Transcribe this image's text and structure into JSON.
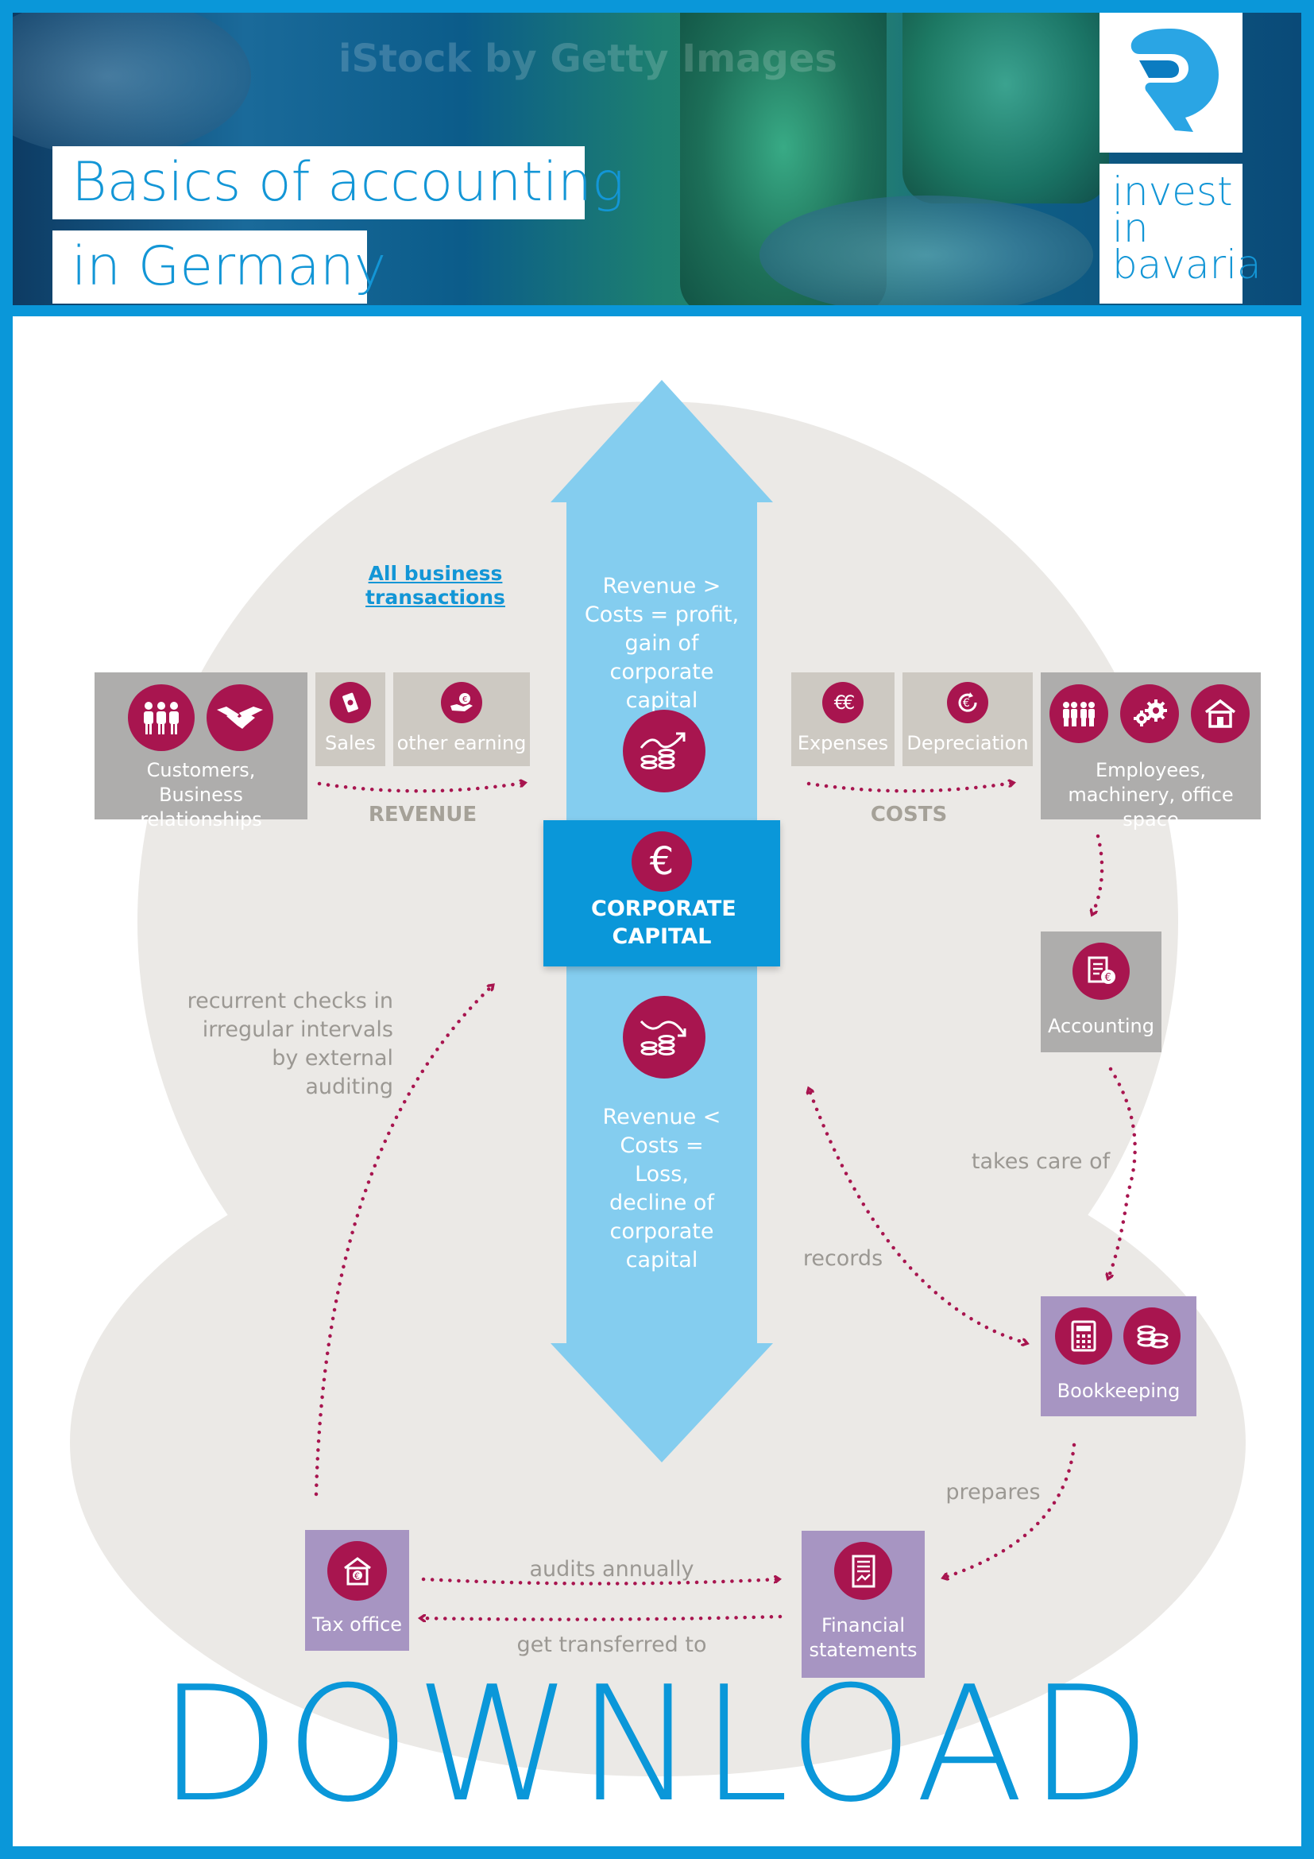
{
  "header": {
    "title_line1": "Basics of accounting",
    "title_line2": "in Germany",
    "watermark": "iStock by Getty Images",
    "logo_lines": [
      "invest",
      "in",
      "bavaria"
    ]
  },
  "link": {
    "text": "All business transactions"
  },
  "center": {
    "top_text": "Revenue > Costs = profit, gain of corporate capital",
    "capital_label": "CORPORATE CAPITAL",
    "bottom_text": "Revenue < Costs = Loss, decline of corporate capital",
    "capital_icon": "euro-icon",
    "top_icon": "coins-rising-icon",
    "bottom_icon": "coins-falling-icon"
  },
  "revenue": {
    "customers_label": "Customers, Business relationships",
    "sales_label": "Sales",
    "other_label": "other earning",
    "section_label": "REVENUE"
  },
  "costs": {
    "expenses_label": "Expenses",
    "depreciation_label": "Depreciation",
    "employees_label": "Employees, machinery, office space",
    "section_label": "COSTS"
  },
  "process": {
    "accounting_label": "Accounting",
    "takes_care_label": "takes care of",
    "bookkeeping_label": "Bookkeeping",
    "records_label": "records",
    "prepares_label": "prepares",
    "statements_label": "Financial statements",
    "tax_label": "Tax office",
    "audits_label": "audits annually",
    "transfer_label": "get transferred to",
    "checks_label": "recurrent checks in irregular intervals by external auditing"
  },
  "footer": {
    "download": "DOWNLOAD"
  },
  "colors": {
    "brand_blue": "#0a97d9",
    "arrow_blue": "#84cdef",
    "accent_magenta": "#a8154f",
    "box_gray": "#aeadac",
    "box_beige": "#cdc9c2",
    "box_lilac": "#a795c2",
    "bg_circle": "#ebe9e6"
  }
}
